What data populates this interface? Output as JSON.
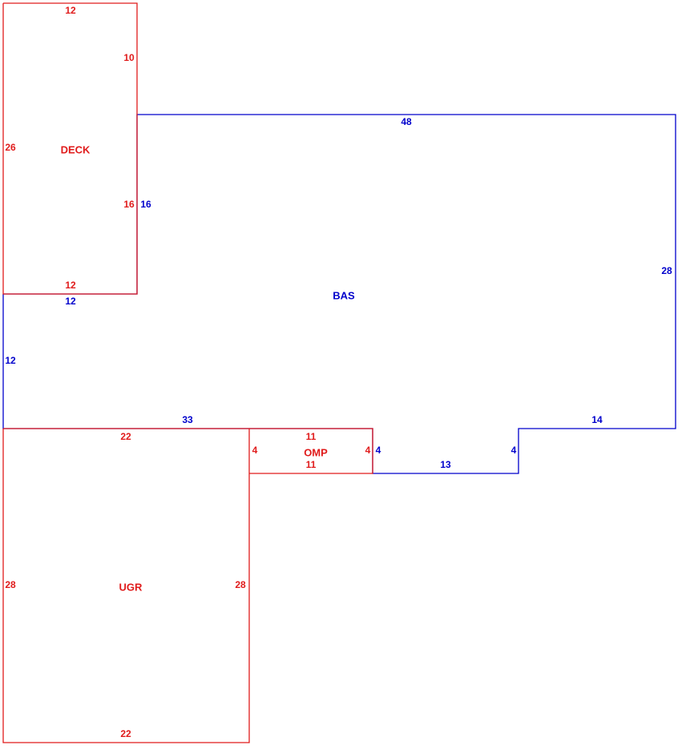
{
  "colors": {
    "bas": "#0000cc",
    "other": "#e01b1b"
  },
  "areas": {
    "deck": {
      "name": "DECK",
      "sides": {
        "top": "12",
        "right_upper": "10",
        "left": "26",
        "right_lower": "16",
        "bottom": "12"
      }
    },
    "bas": {
      "name": "BAS",
      "sides": {
        "top": "48",
        "right": "28",
        "left_offset": "16",
        "step_top": "12",
        "left": "12",
        "bottom_left": "33",
        "drop_left": "4",
        "bottom_mid": "13",
        "drop_right": "4",
        "bottom_right": "14"
      }
    },
    "omp": {
      "name": "OMP",
      "sides": {
        "top": "11",
        "left": "4",
        "right": "4",
        "bottom": "11"
      }
    },
    "ugr": {
      "name": "UGR",
      "sides": {
        "top": "22",
        "left": "28",
        "right": "28",
        "bottom": "22"
      }
    }
  }
}
